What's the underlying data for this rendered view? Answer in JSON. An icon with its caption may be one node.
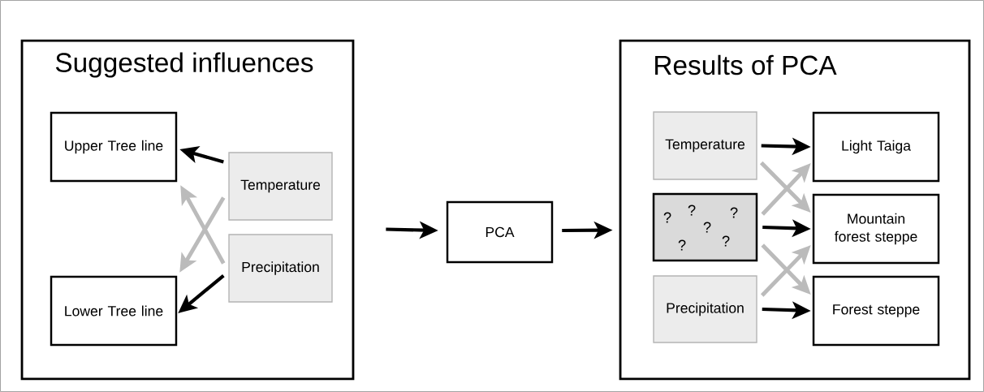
{
  "diagram": {
    "nodes": [
      {
        "text": [
          "Suggested influences"
        ]
      },
      {
        "text": [
          "Upper Tree line"
        ],
        "in": 0
      },
      {
        "text": [
          "Lower Tree line"
        ],
        "in": 0
      },
      {
        "text": [
          "Temperature"
        ],
        "in": 0
      },
      {
        "text": [
          "Precipitation"
        ],
        "in": 0
      },
      {
        "text": [
          "PCA"
        ]
      },
      {
        "text": [
          "Results of PCA"
        ]
      },
      {
        "text": [
          "Temperature"
        ],
        "in": 6
      },
      {
        "text": [
          "?",
          "?",
          "?",
          "?",
          "?",
          "?"
        ],
        "in": 6
      },
      {
        "text": [
          "Precipitation"
        ],
        "in": 6
      },
      {
        "text": [
          "Light Taiga"
        ],
        "in": 6
      },
      {
        "text": [
          "Mountain forest steppe"
        ],
        "in": 6
      },
      {
        "text": [
          "Forest steppe"
        ],
        "in": 6
      }
    ],
    "edges": [
      {
        "from": 3,
        "to": 1,
        "arrow": "to"
      },
      {
        "from": 4,
        "to": 1,
        "arrow": "to",
        "color": "#bbbbbb"
      },
      {
        "from": 3,
        "to": 2,
        "arrow": "to",
        "color": "#bbbbbb"
      },
      {
        "from": 4,
        "to": 2,
        "arrow": "to"
      },
      {
        "from": 0,
        "to": 5,
        "arrow": "to"
      },
      {
        "from": 5,
        "to": 6,
        "arrow": "to"
      },
      {
        "from": 7,
        "to": 10,
        "arrow": "to"
      },
      {
        "from": 7,
        "to": 11,
        "arrow": "to",
        "color": "#bbbbbb"
      },
      {
        "from": 8,
        "to": 10,
        "arrow": "to",
        "color": "#bbbbbb"
      },
      {
        "from": 8,
        "to": 11,
        "arrow": "to"
      },
      {
        "from": 8,
        "to": 12,
        "arrow": "to",
        "color": "#bbbbbb"
      },
      {
        "from": 9,
        "to": 11,
        "arrow": "to",
        "color": "#bbbbbb"
      },
      {
        "from": 9,
        "to": 12,
        "arrow": "to"
      }
    ]
  }
}
